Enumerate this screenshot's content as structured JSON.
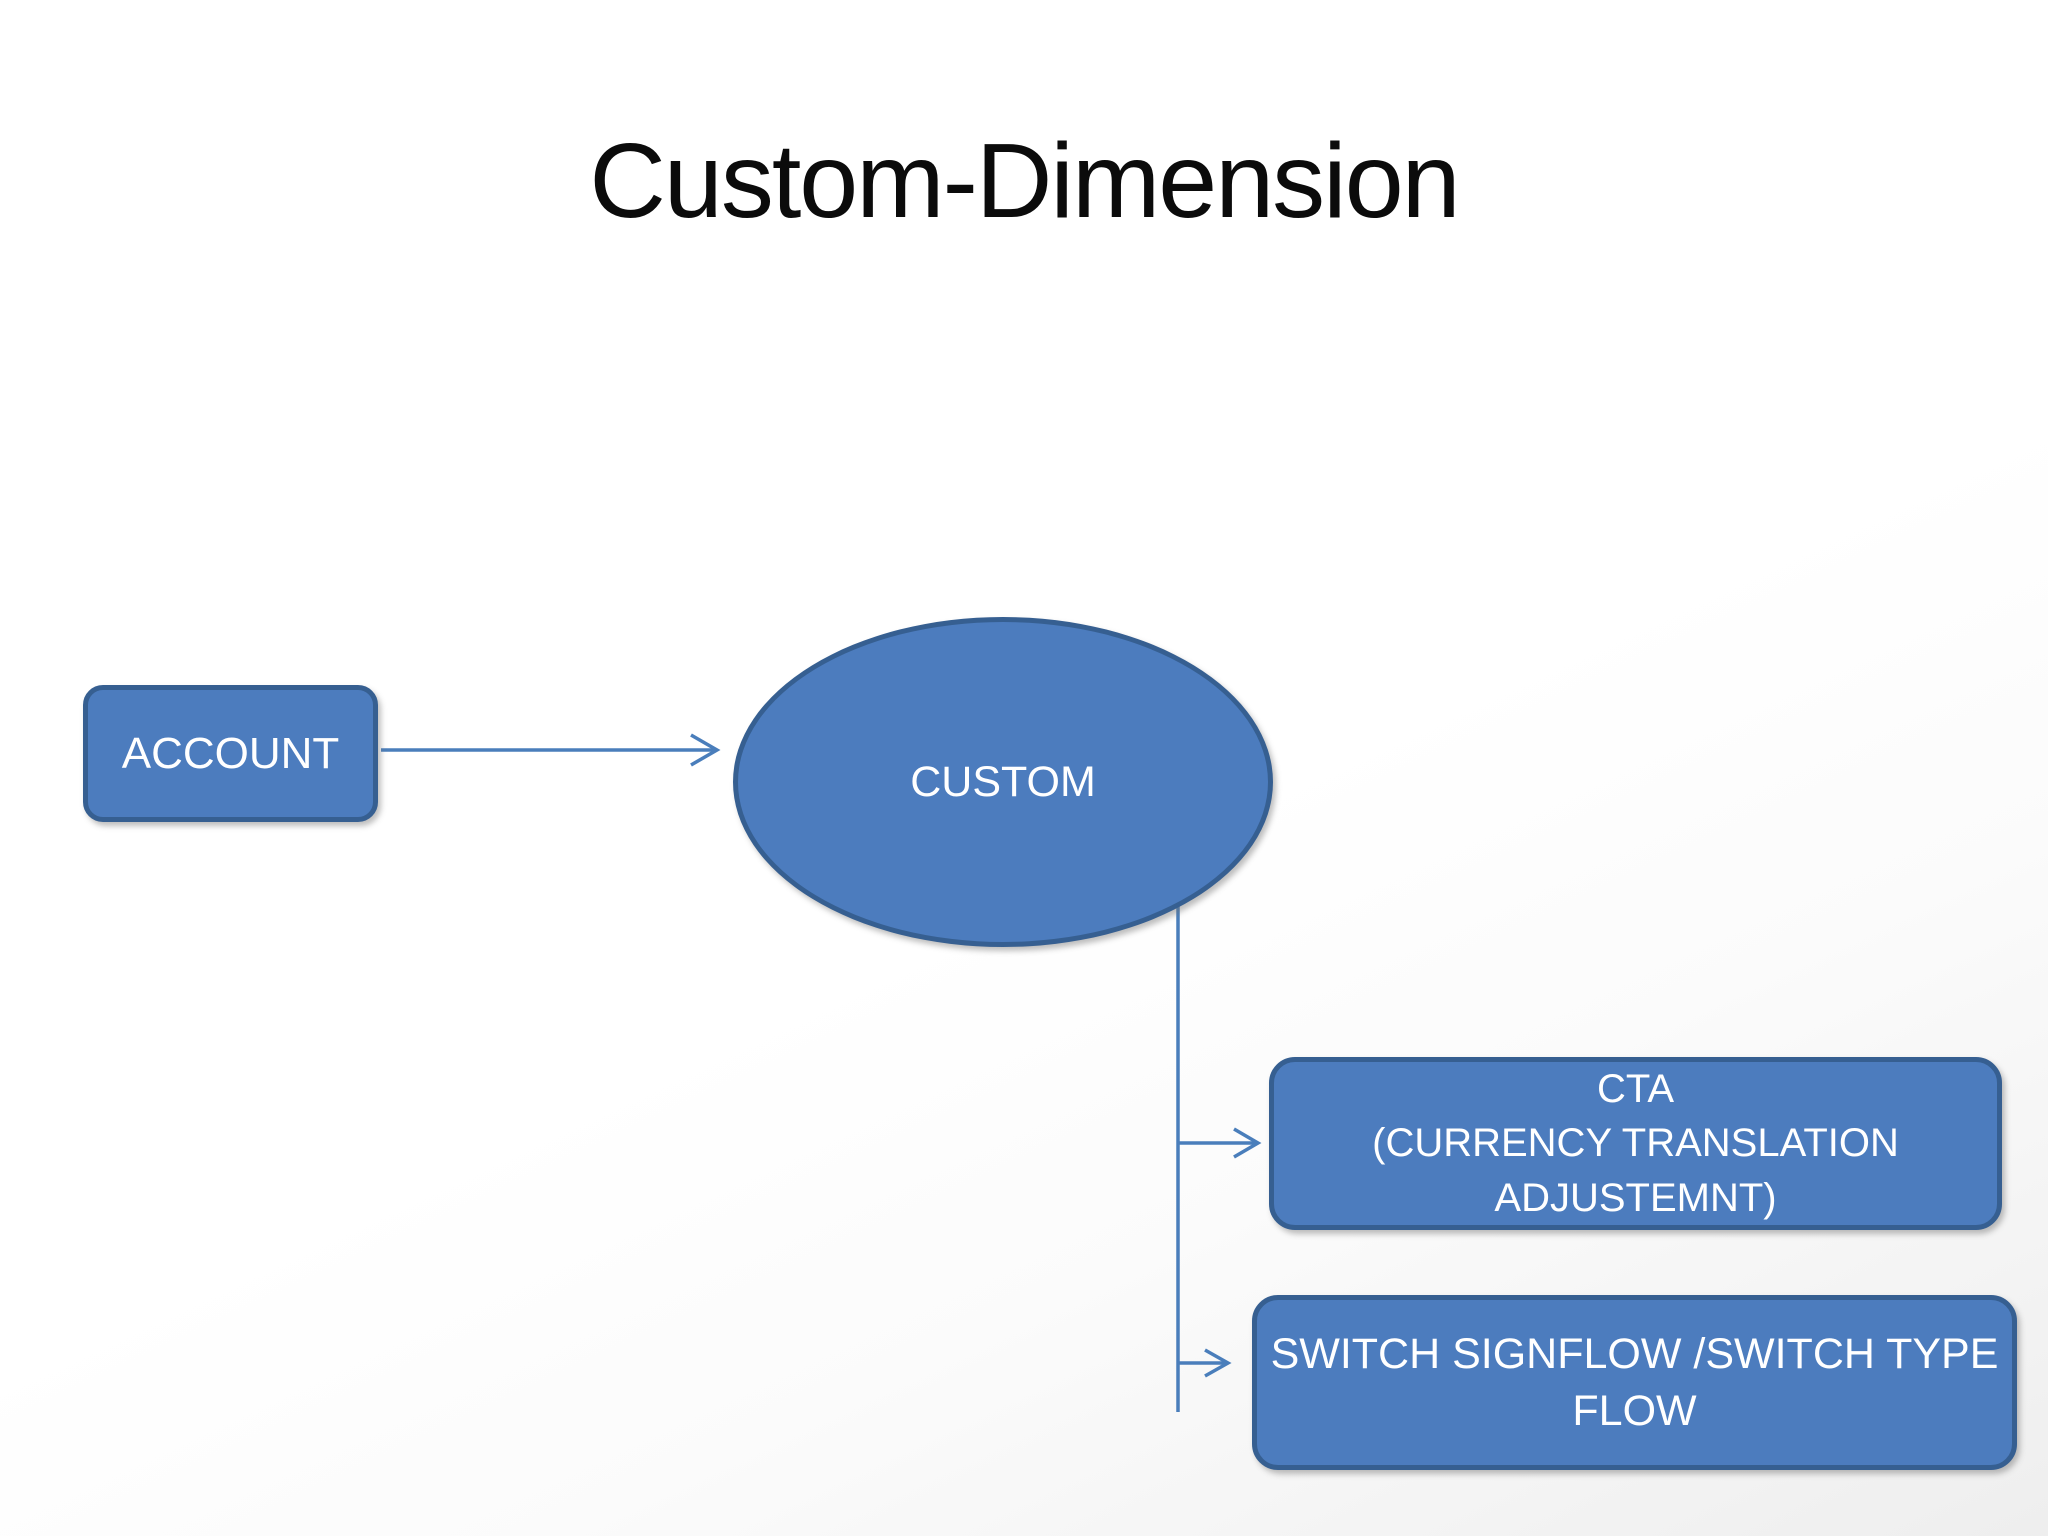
{
  "title": "Custom-Dimension",
  "colors": {
    "background": "#ffffff",
    "background_shade_bottom_right": "#eeeeee",
    "shape_fill": "#4c7cbe",
    "shape_border": "#365f91",
    "shape_text": "#ffffff",
    "connector": "#4a7ebb",
    "title_text": "#0b0b0b"
  },
  "nodes": {
    "account": {
      "label": "ACCOUNT",
      "shape": "rounded-rectangle"
    },
    "custom": {
      "label": "CUSTOM",
      "shape": "ellipse"
    },
    "cta": {
      "lines": [
        "CTA",
        "(CURRENCY TRANSLATION",
        "ADJUSTEMNT)"
      ],
      "shape": "rounded-rectangle"
    },
    "switch": {
      "lines": [
        "SWITCH SIGNFLOW /SWITCH TYPE",
        "FLOW"
      ],
      "shape": "rounded-rectangle"
    }
  },
  "edges": [
    {
      "from": "ACCOUNT",
      "to": "CUSTOM",
      "style": "open-arrow"
    },
    {
      "from": "CUSTOM",
      "to": "CTA (CURRENCY TRANSLATION ADJUSTEMNT)",
      "style": "open-arrow"
    },
    {
      "from": "CUSTOM",
      "to": "SWITCH SIGNFLOW /SWITCH TYPE FLOW",
      "style": "open-arrow"
    }
  ]
}
